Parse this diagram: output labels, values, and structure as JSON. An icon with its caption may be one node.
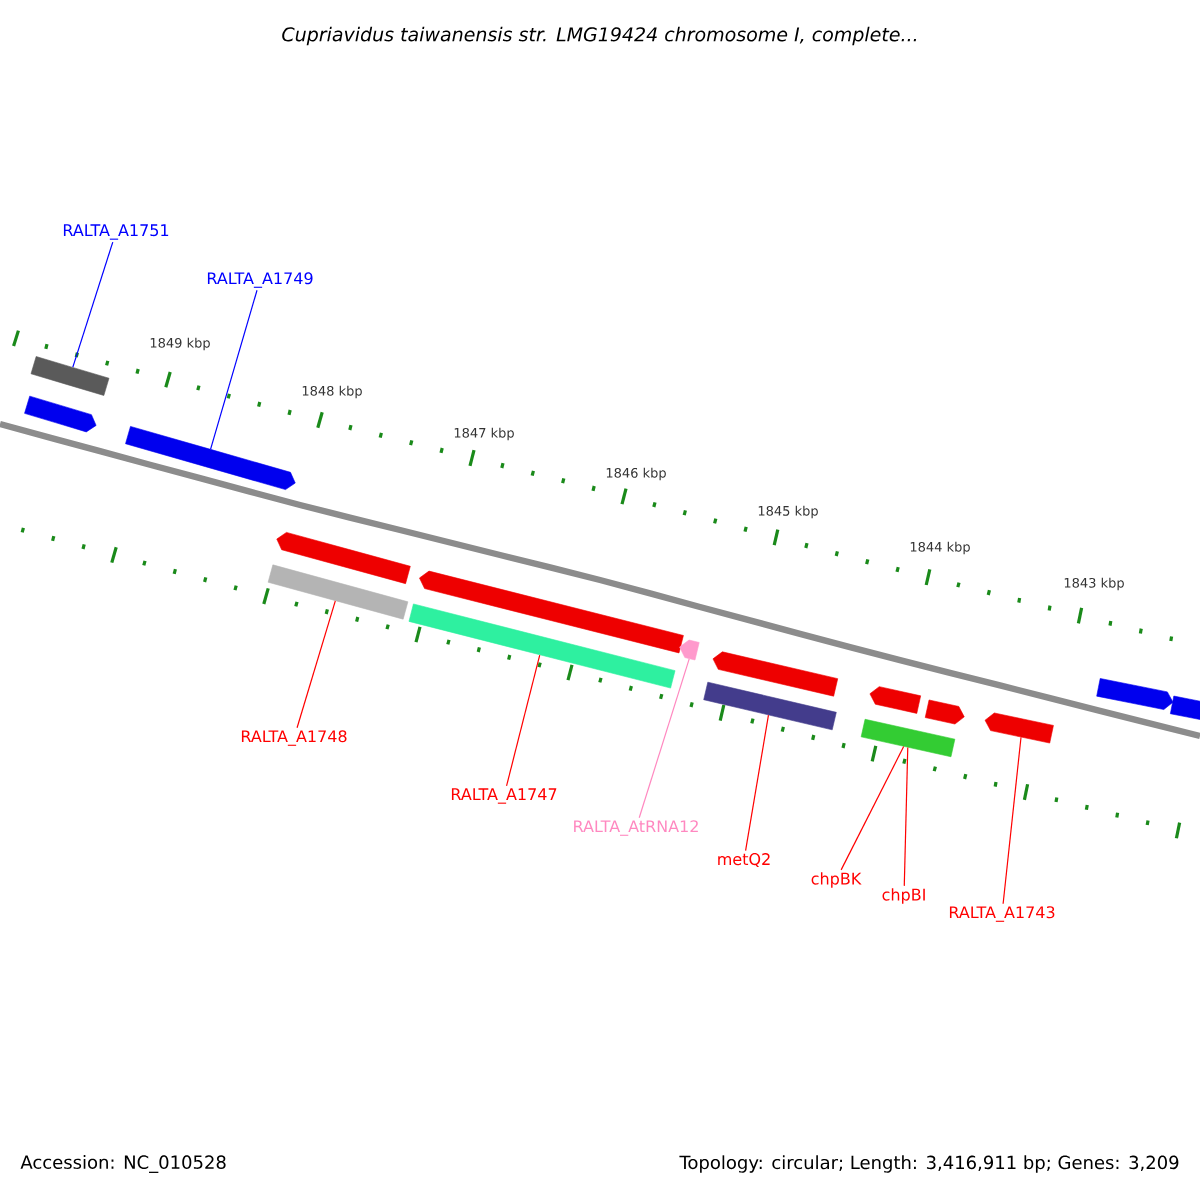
{
  "diagram": {
    "title": "Cupriavidus taiwanensis str. LMG19424 chromosome I, complete...",
    "nodes": [
      {
        "text": [
          "RALTA_A1751"
        ]
      },
      {
        "text": [
          "RALTA_A1749"
        ]
      },
      {
        "text": [
          "RALTA_A1748"
        ]
      },
      {
        "text": [
          "RALTA_A1747"
        ]
      },
      {
        "text": [
          "RALTA_AtRNA12"
        ]
      },
      {
        "text": [
          "metQ2"
        ]
      },
      {
        "text": [
          "chpBK"
        ]
      },
      {
        "text": [
          "chpBI"
        ]
      },
      {
        "text": [
          "RALTA_A1743"
        ]
      },
      {
        "text": [],
        "shape": "bar"
      },
      {
        "text": [],
        "shape": "bar"
      },
      {
        "text": [],
        "shape": "bar"
      },
      {
        "text": [],
        "shape": "bar"
      },
      {
        "text": [],
        "shape": "bar"
      },
      {
        "text": [],
        "shape": "bar"
      },
      {
        "text": [],
        "shape": "bar"
      },
      {
        "text": [],
        "shape": "bar"
      },
      {
        "text": [],
        "shape": "bar"
      },
      {
        "text": [],
        "shape": "bar"
      },
      {
        "text": [],
        "shape": "bar"
      },
      {
        "text": [],
        "shape": "bar"
      },
      {
        "text": [],
        "shape": "bar"
      },
      {
        "text": [],
        "shape": "bar"
      },
      {
        "text": [],
        "shape": "bar"
      },
      {
        "text": [],
        "shape": "bar"
      }
    ],
    "edges": [
      {
        "from": 0,
        "to": 9,
        "arrow": "none",
        "color": "#0000ff"
      },
      {
        "from": 1,
        "to": 11,
        "arrow": "none",
        "color": "#0000ff"
      },
      {
        "from": 2,
        "to": 13,
        "arrow": "none",
        "color": "#ff0000"
      },
      {
        "from": 3,
        "to": 14,
        "arrow": "none",
        "color": "#ff0000"
      },
      {
        "from": 4,
        "to": 16,
        "arrow": "none",
        "color": "#ff88c0"
      },
      {
        "from": 5,
        "to": 17,
        "arrow": "none",
        "color": "#ff0000"
      },
      {
        "from": 6,
        "to": 19,
        "arrow": "none",
        "color": "#ff0000"
      },
      {
        "from": 7,
        "to": 19,
        "arrow": "none",
        "color": "#ff0000"
      },
      {
        "from": 8,
        "to": 22,
        "arrow": "none",
        "color": "#ff0000"
      }
    ],
    "labels": [
      "1849 kbp",
      "1848 kbp",
      "1847 kbp",
      "1846 kbp",
      "1845 kbp",
      "1844 kbp",
      "1843 kbp",
      "Accession: NC_010528",
      "Topology: circular; Length: 3,416,911 bp; Genes: 3,209"
    ]
  }
}
